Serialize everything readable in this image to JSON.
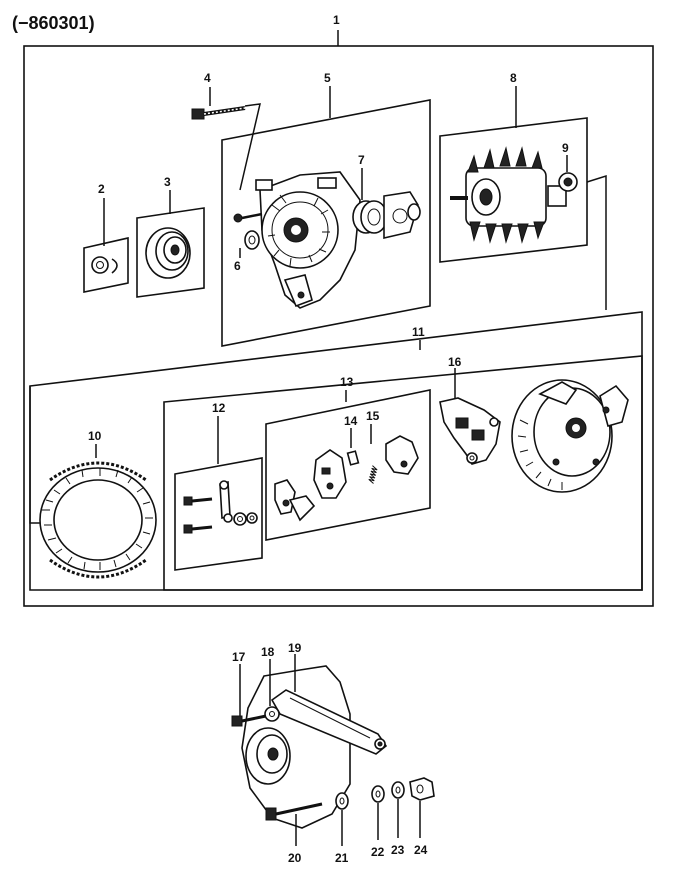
{
  "header": {
    "code": "(−860301)"
  },
  "callouts": {
    "c1": "1",
    "c2": "2",
    "c3": "3",
    "c4": "4",
    "c5": "5",
    "c6": "6",
    "c7": "7",
    "c8": "8",
    "c9": "9",
    "c10": "10",
    "c11": "11",
    "c12": "12",
    "c13": "13",
    "c14": "14",
    "c15": "15",
    "c16": "16",
    "c17": "17",
    "c18": "18",
    "c19": "19",
    "c20": "20",
    "c21": "21",
    "c22": "22",
    "c23": "23",
    "c24": "24"
  },
  "icons": [
    "alternator-assembly-icon",
    "pulley-icon",
    "rotor-icon",
    "stator-icon",
    "bracket-icon",
    "bolt-icon",
    "nut-icon",
    "washer-icon"
  ]
}
